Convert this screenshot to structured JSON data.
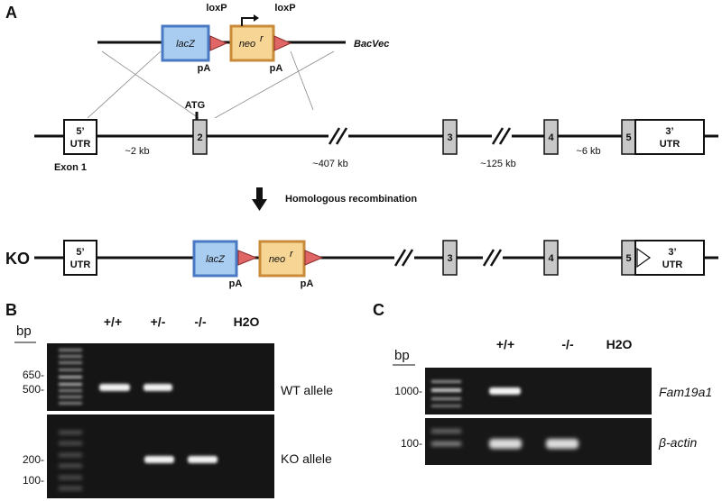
{
  "panel_a": {
    "letter": "A",
    "bacvec": {
      "label": "BacVec",
      "lacz": "lacZ",
      "neo": "neo",
      "neo_sup": "r",
      "loxp1": "loxP",
      "loxp2": "loxP",
      "pa1": "pA",
      "pa2": "pA"
    },
    "genomic": {
      "utr5": [
        "5’",
        "UTR"
      ],
      "utr3": [
        "3’",
        "UTR"
      ],
      "exon1": "Exon 1",
      "atg": "ATG",
      "exons": [
        "2",
        "3",
        "4",
        "5"
      ],
      "distances": [
        "~2 kb",
        "~407 kb",
        "~125 kb",
        "~6 kb"
      ]
    },
    "recombination": "Homologous recombination",
    "ko": {
      "label": "KO",
      "lacz": "lacZ",
      "neo": "neo",
      "neo_sup": "r",
      "pa1": "pA",
      "pa2": "pA",
      "utr5": [
        "5’",
        "UTR"
      ],
      "utr3": [
        "3’",
        "UTR"
      ],
      "exons": [
        "3",
        "4",
        "5"
      ]
    },
    "colors": {
      "lacz_fill": "#a9cdf1",
      "lacz_stroke": "#4a79c4",
      "neo_fill": "#f7d594",
      "neo_stroke": "#c98a3a",
      "loxp_fill": "#e06666",
      "exon_fill": "#c8c8c8"
    }
  },
  "panel_b": {
    "letter": "B",
    "bp_label": "bp",
    "lanes": [
      "+/+",
      "+/-",
      "-/-",
      "H2O"
    ],
    "top_ladder_labels": [
      "650-",
      "500-"
    ],
    "bottom_ladder_labels": [
      "200-",
      "100-"
    ],
    "top_gel_label": "WT allele",
    "bottom_gel_label": "KO allele"
  },
  "panel_c": {
    "letter": "C",
    "bp_label": "bp",
    "lanes": [
      "+/+",
      "-/-",
      "H2O"
    ],
    "top_ladder_label": "1000-",
    "bottom_ladder_label": "100-",
    "top_gel_label": "Fam19a1",
    "bottom_gel_label": "β-actin"
  }
}
